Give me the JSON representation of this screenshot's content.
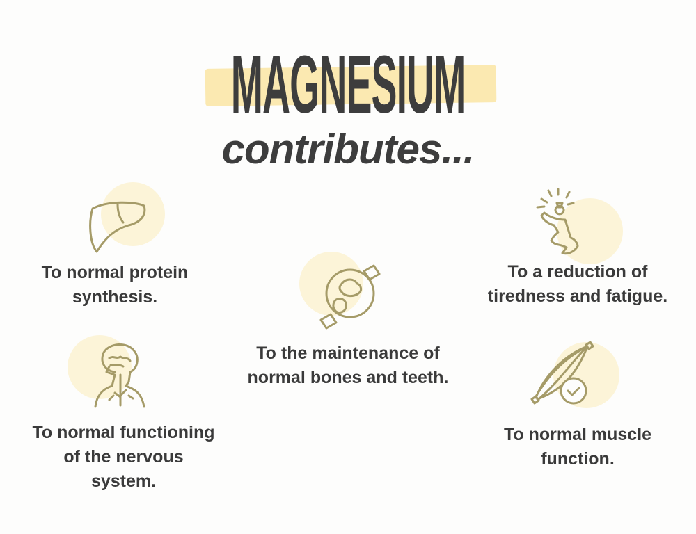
{
  "header": {
    "title": "MAGNESIUM",
    "subtitle": "contributes..."
  },
  "benefits": [
    {
      "icon": "liver-icon",
      "lines": [
        "To normal protein",
        "synthesis."
      ]
    },
    {
      "icon": "bone-joint-icon",
      "lines": [
        "To the maintenance of",
        "normal bones and teeth."
      ]
    },
    {
      "icon": "energetic-person-icon",
      "lines": [
        "To a reduction of",
        "tiredness and fatigue."
      ]
    },
    {
      "icon": "brain-nervous-system-icon",
      "lines": [
        "To normal functioning",
        "of the nervous",
        "system."
      ]
    },
    {
      "icon": "muscle-check-icon",
      "lines": [
        "To normal muscle",
        "function."
      ]
    }
  ],
  "colors": {
    "text": "#3a3a3a",
    "highlight": "#fbe7a9",
    "icon": "#a59b68",
    "circle": "#fcf4d8"
  }
}
